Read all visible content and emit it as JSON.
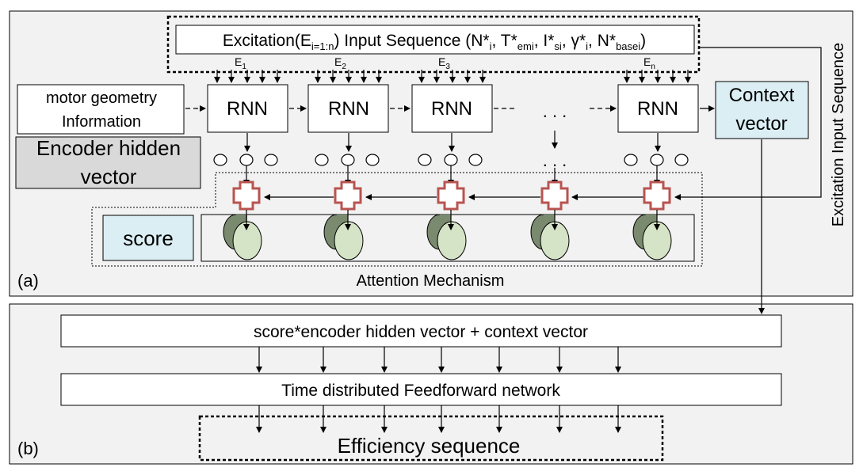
{
  "panel_a": {
    "tag": "(a)",
    "input_sequence_label": {
      "prefix": "Excitation(E",
      "prefix_sub": "i=1:n",
      "middle": ") Input Sequence (N*",
      "n_sub": "i",
      "t_part": ", T*",
      "t_sub": "emi",
      "i_part": ", I*",
      "i_sub": "si",
      "g_part": ", γ*",
      "g_sub": "i",
      "nb_part": ", N*",
      "nb_sub": "basei",
      "close": ")"
    },
    "excitation_labels": [
      {
        "main": "E",
        "sub": "1"
      },
      {
        "main": "E",
        "sub": "2"
      },
      {
        "main": "E",
        "sub": "3"
      },
      {
        "main": "E",
        "sub": "n"
      }
    ],
    "motor_geometry": {
      "line1": "motor geometry",
      "line2": "Information"
    },
    "rnn_label": "RNN",
    "ellipsis": ". . .",
    "context_vector": {
      "line1": "Context",
      "line2": "vector"
    },
    "encoder_hidden_vector": {
      "line1": "Encoder hidden",
      "line2": "vector"
    },
    "score_label": "score",
    "attention_mechanism": "Attention Mechanism",
    "side_label": "Excitation Input Sequence"
  },
  "panel_b": {
    "tag": "(b)",
    "combine_label": "score*encoder hidden vector + context vector",
    "feedforward_label": "Time distributed Feedforward network",
    "output_label": "Efficiency sequence"
  },
  "colors": {
    "panel_fill": "#f2f2f2",
    "context_fill": "#dbeef4",
    "encoder_fill": "#d9d9d9",
    "score_fill": "#dbeef4",
    "plus_stroke": "#b85450",
    "plus_fill": "#ffffff",
    "cylinder_dark": "#7a8a6e",
    "cylinder_light": "#d5e3c6"
  }
}
